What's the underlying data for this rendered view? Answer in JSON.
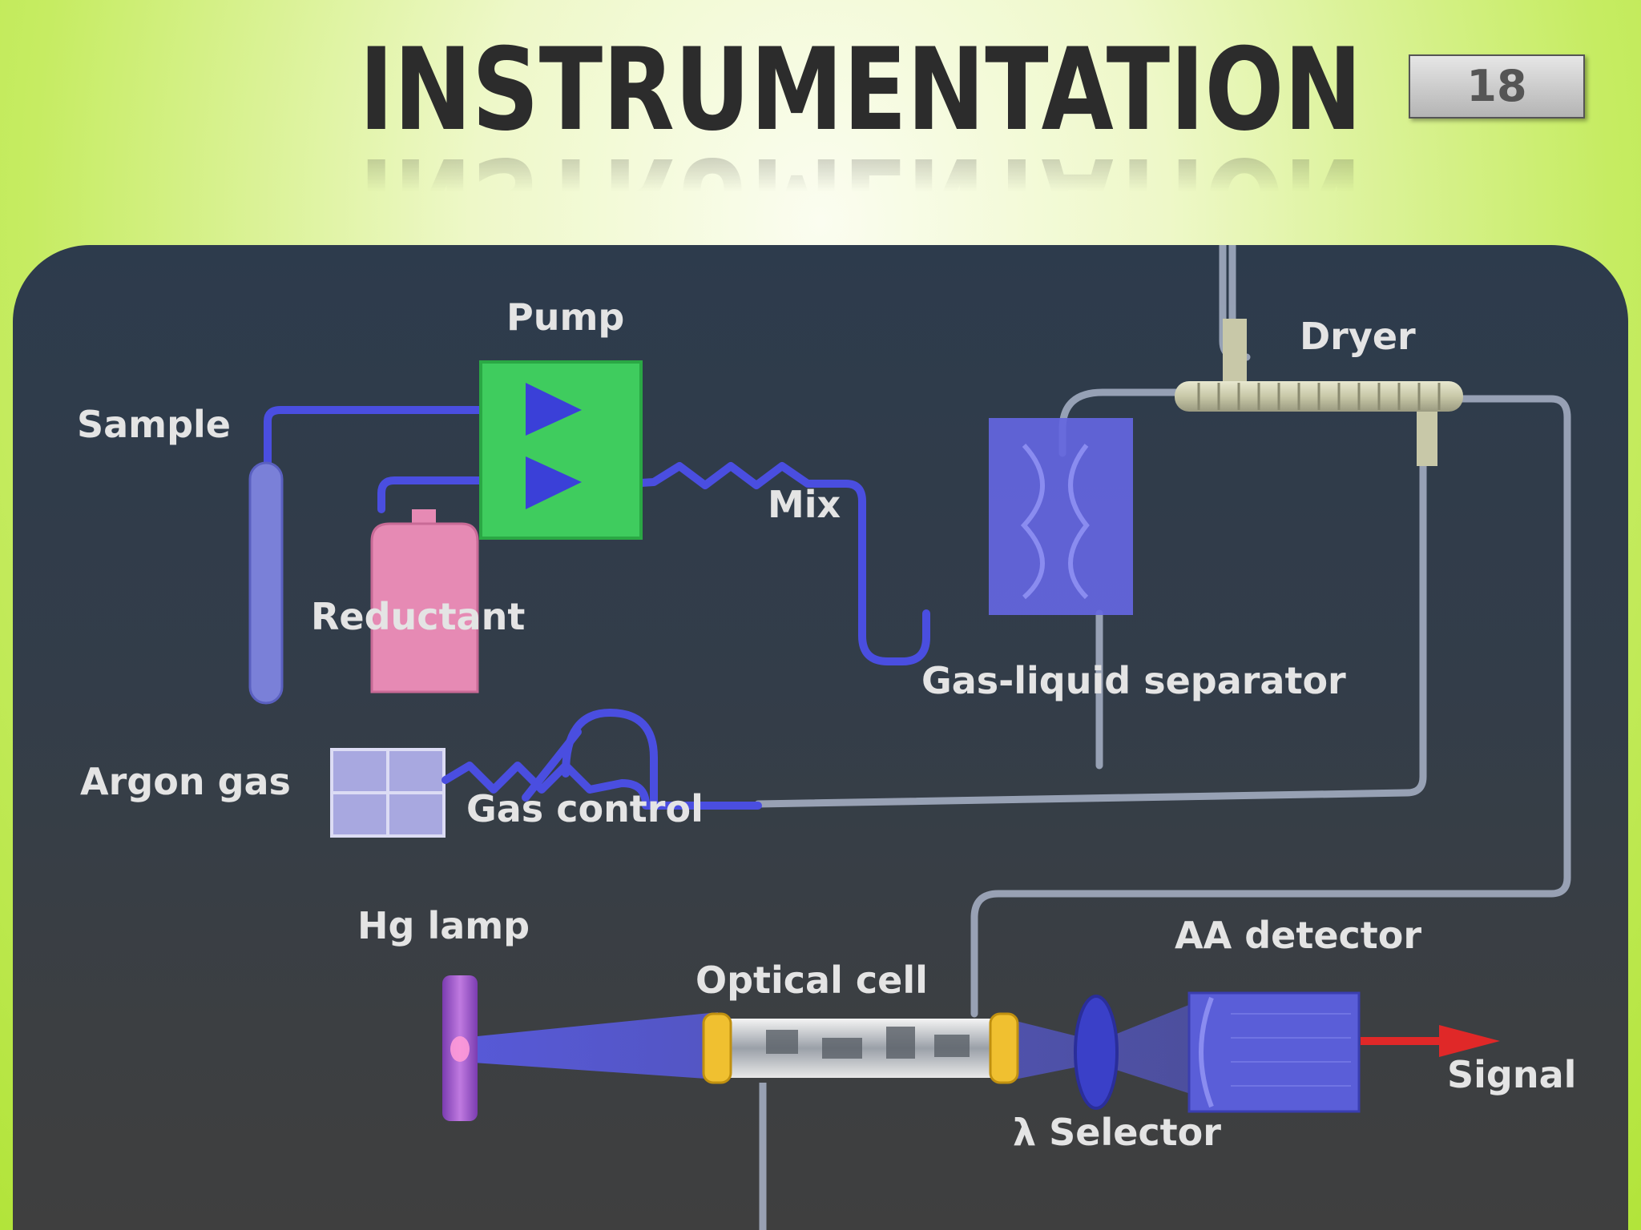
{
  "slide": {
    "title": "INSTRUMENTATION",
    "slide_number": "18"
  },
  "diagram": {
    "labels": {
      "pump": "Pump",
      "sample": "Sample",
      "mix": "Mix",
      "dryer": "Dryer",
      "reductant": "Reductant",
      "gas_liquid_separator": "Gas-liquid separator",
      "argon_gas": "Argon gas",
      "gas_control": "Gas control",
      "hg_lamp": "Hg lamp",
      "optical_cell": "Optical cell",
      "aa_detector": "AA detector",
      "signal": "Signal",
      "selector": "λ Selector"
    },
    "colors": {
      "tube": "#4a4ee0",
      "gas_tube": "#aab4c8",
      "pump": "#3cc85a",
      "reductant": "#e68ab4",
      "separator": "#6a6ae0",
      "signal_arrow": "#e02828",
      "optical_cell_caps": "#f0c030"
    }
  }
}
